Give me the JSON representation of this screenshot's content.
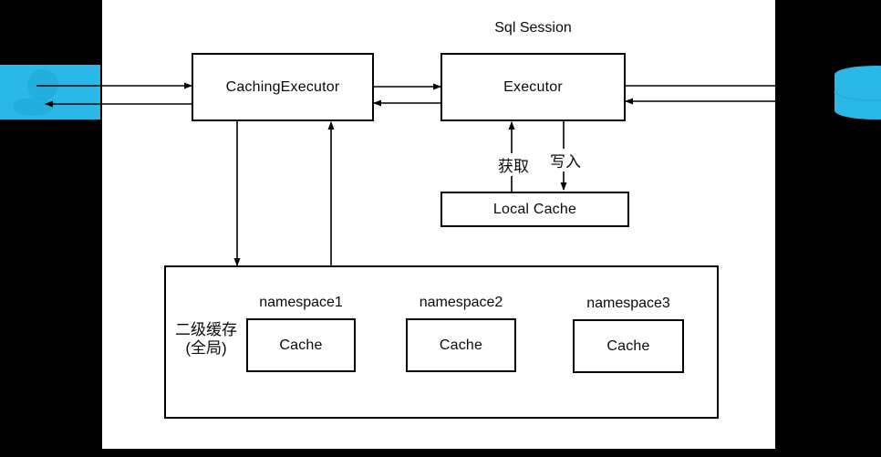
{
  "diagram": {
    "session_label": "Sql Session",
    "nodes": {
      "caching_executor": {
        "label": "CachingExecutor"
      },
      "executor": {
        "label": "Executor"
      },
      "local_cache": {
        "label": "Local Cache"
      },
      "second_level_cache": {
        "label_line1": "二级缓存",
        "label_line2": "(全局)"
      },
      "namespaces": [
        {
          "name": "namespace1",
          "cache_label": "Cache"
        },
        {
          "name": "namespace2",
          "cache_label": "Cache"
        },
        {
          "name": "namespace3",
          "cache_label": "Cache"
        }
      ]
    },
    "edges": {
      "get_label": "获取",
      "write_label": "写入"
    },
    "icons": {
      "left": "user-actor-icon",
      "right": "database-cylinder-icon"
    },
    "colors": {
      "accent_blue": "#29B8E8",
      "accent_blue_dark": "#1FA6D6",
      "line_black": "#000000",
      "panel_white": "#FFFFFF",
      "background_black": "#000000"
    }
  }
}
